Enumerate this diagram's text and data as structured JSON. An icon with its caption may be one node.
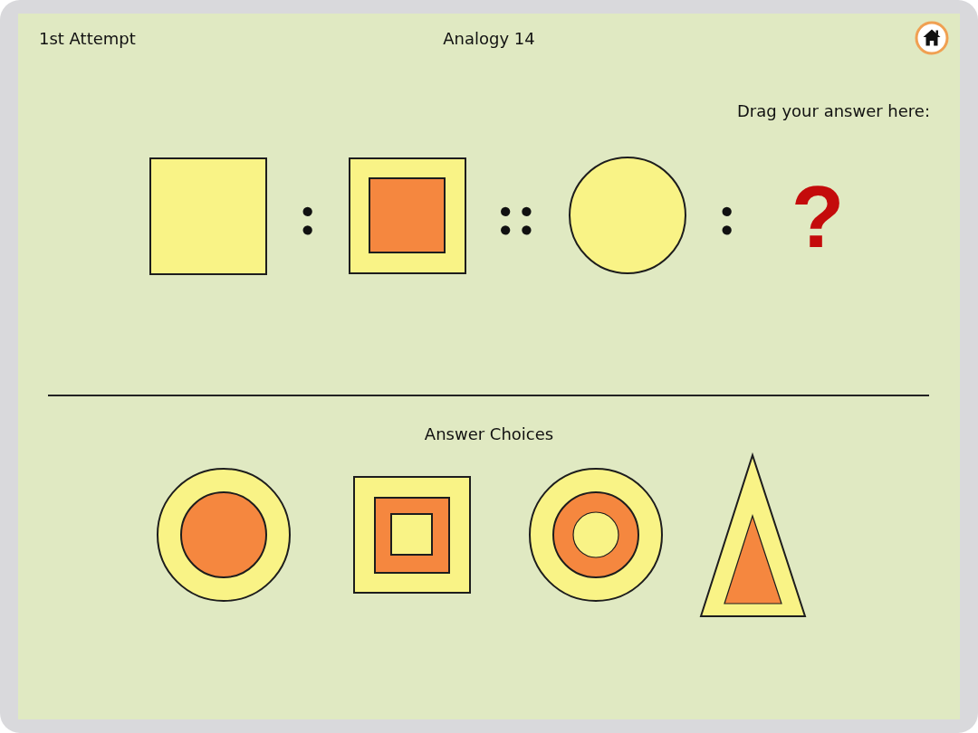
{
  "diagram": {
    "title": "Analogy 14",
    "nodes": [
      {
        "text": [],
        "shape": "box"
      },
      {
        "text": [],
        "shape": "box"
      },
      {
        "text": [],
        "shape": "circle"
      },
      {
        "text": [],
        "shape": "circle"
      },
      {
        "text": [],
        "shape": "box"
      },
      {
        "text": [],
        "shape": "circle"
      },
      {
        "text": [],
        "shape": "triangle"
      }
    ],
    "labels": [
      "1st Attempt",
      "Drag your answer here:",
      ":",
      "::",
      ":",
      "?",
      "Answer Choices"
    ]
  }
}
